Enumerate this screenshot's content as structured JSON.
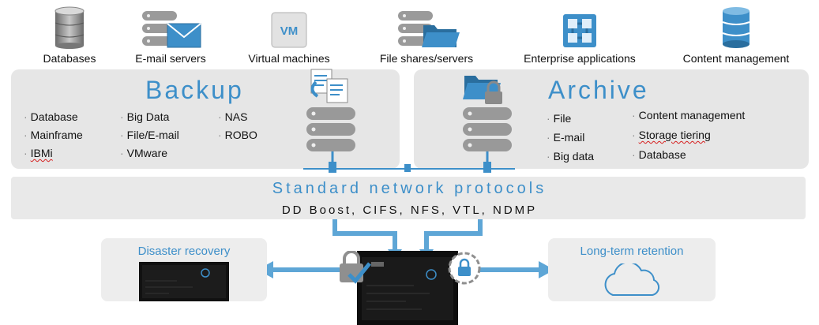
{
  "sources": [
    {
      "label": "Databases",
      "icon": "database-icon"
    },
    {
      "label": "E-mail servers",
      "icon": "email-server-icon"
    },
    {
      "label": "Virtual machines",
      "icon": "virtual-machine-icon",
      "badge": "VM"
    },
    {
      "label": "File shares/servers",
      "icon": "file-server-icon"
    },
    {
      "label": "Enterprise applications",
      "icon": "enterprise-app-icon"
    },
    {
      "label": "Content management",
      "icon": "content-management-icon"
    }
  ],
  "backup": {
    "title": "Backup",
    "col1": [
      "Database",
      "Mainframe",
      "IBMi"
    ],
    "col2": [
      "Big Data",
      "File/E-mail",
      "VMware"
    ],
    "col3": [
      "NAS",
      "ROBO"
    ]
  },
  "archive": {
    "title": "Archive",
    "col1": [
      "File",
      "E-mail",
      "Big data"
    ],
    "col2": [
      "Content management",
      "Storage tiering",
      "Database"
    ]
  },
  "network": {
    "title": "Standard network protocols",
    "protocols": "DD Boost, CIFS, NFS, VTL, NDMP"
  },
  "disaster_recovery": {
    "title": "Disaster recovery"
  },
  "long_term": {
    "title": "Long-term retention"
  },
  "colors": {
    "accent": "#3d8fc9",
    "panel": "#e6e6e6",
    "arrow": "#5ea6d6",
    "rack": "#111111"
  }
}
